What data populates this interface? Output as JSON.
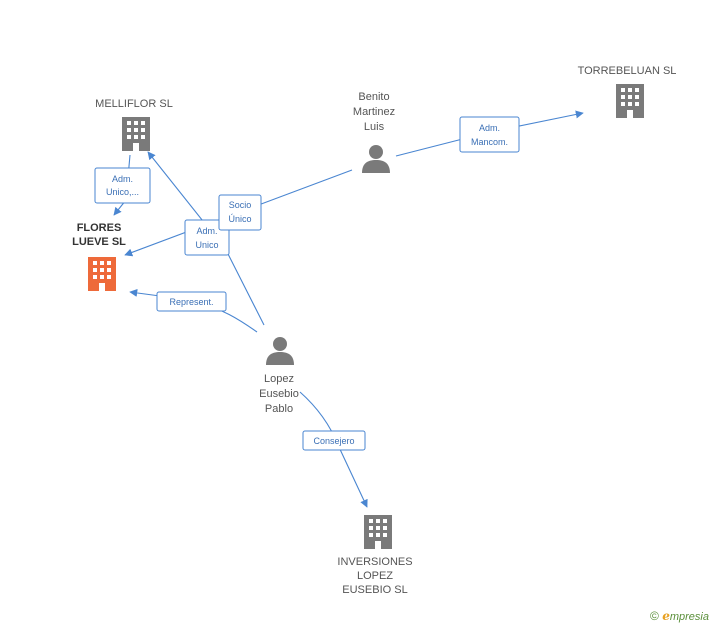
{
  "colors": {
    "company": "#7a7a7a",
    "focus_company": "#ee6a3a",
    "person": "#7a7a7a",
    "edge": "#4a86d1"
  },
  "nodes": {
    "melliflor": {
      "type": "company",
      "icon": "building-icon",
      "label_lines": [
        "MELLIFLOR SL"
      ]
    },
    "flores": {
      "type": "company",
      "icon": "building-icon",
      "focus": true,
      "label_lines": [
        "FLORES",
        "LUEVE SL"
      ]
    },
    "torrebeluan": {
      "type": "company",
      "icon": "building-icon",
      "label_lines": [
        "TORREBELUAN SL"
      ]
    },
    "inversiones": {
      "type": "company",
      "icon": "building-icon",
      "label_lines": [
        "INVERSIONES",
        "LOPEZ",
        "EUSEBIO SL"
      ]
    },
    "benito": {
      "type": "person",
      "icon": "person-icon",
      "label_lines": [
        "Benito",
        "Martinez",
        "Luis"
      ]
    },
    "lopez": {
      "type": "person",
      "icon": "person-icon",
      "label_lines": [
        "Lopez",
        "Eusebio",
        "Pablo"
      ]
    }
  },
  "edges": {
    "adm_unico_melliflor_flores": {
      "label_lines": [
        "Adm.",
        "Unico,..."
      ]
    },
    "socio_unico": {
      "label_lines": [
        "Socio",
        "Único"
      ]
    },
    "adm_unico_lopez_melliflor": {
      "label_lines": [
        "Adm.",
        "Unico"
      ]
    },
    "adm_mancom": {
      "label_lines": [
        "Adm.",
        "Mancom."
      ]
    },
    "represent": {
      "label_lines": [
        "Represent."
      ]
    },
    "consejero": {
      "label_lines": [
        "Consejero"
      ]
    }
  },
  "watermark": {
    "copyright_symbol": "©",
    "brand_initial": "e",
    "brand_rest": "mpresia"
  }
}
